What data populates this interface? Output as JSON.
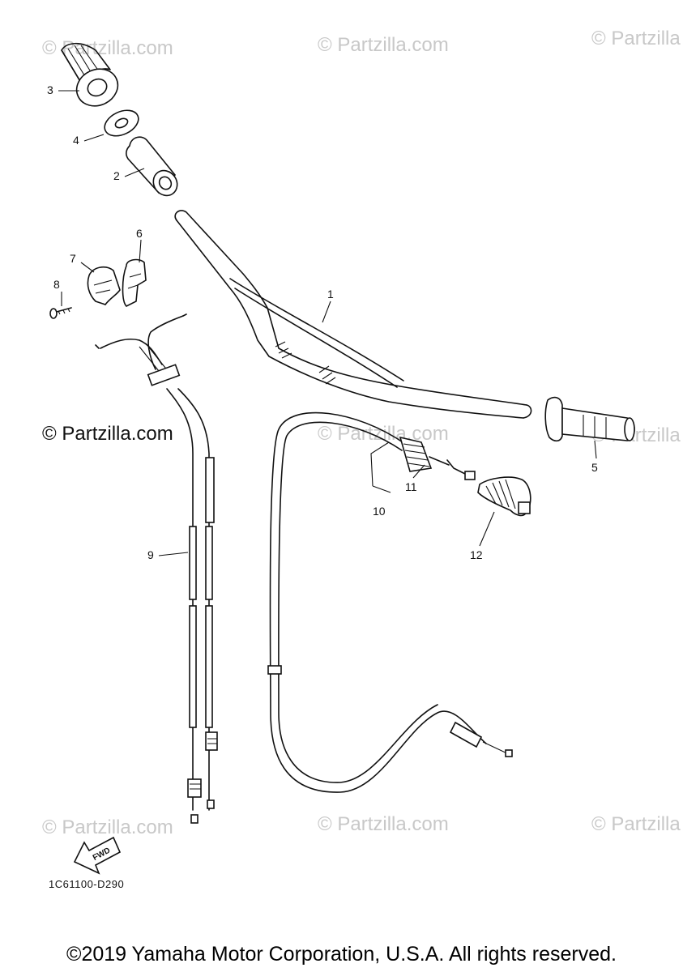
{
  "watermarks": {
    "top_left": "© Partzilla.com",
    "top_center": "© Partzilla.com",
    "top_right": "© Partzilla",
    "mid_left": "© Partzilla.com",
    "mid_center": "© Partzilla.com",
    "mid_right": "© Partzilla",
    "bottom_left": "© Partzilla.com",
    "bottom_center": "© Partzilla.com",
    "bottom_right": "© Partzilla"
  },
  "callouts": {
    "c1": "1",
    "c2": "2",
    "c3": "3",
    "c4": "4",
    "c5": "5",
    "c6": "6",
    "c7": "7",
    "c8": "8",
    "c9": "9",
    "c10": "10",
    "c11": "11",
    "c12": "12"
  },
  "fwd_label": "FWD",
  "diagram_code": "1C61100-D290",
  "copyright": "©2019 Yamaha Motor Corporation, U.S.A. All rights reserved."
}
